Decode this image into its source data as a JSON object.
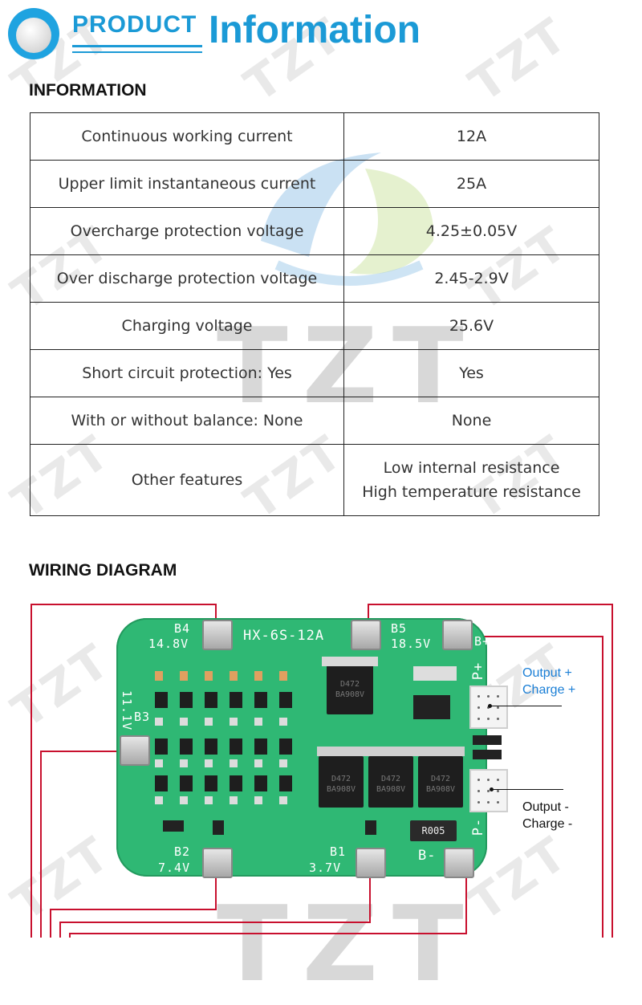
{
  "header": {
    "badge_word": "PRODUCT",
    "title": "Information"
  },
  "information": {
    "section_title": "INFORMATION",
    "rows": [
      {
        "label": "Continuous working current",
        "value": "12A"
      },
      {
        "label": "Upper limit instantaneous current",
        "value": "25A"
      },
      {
        "label": "Overcharge protection voltage",
        "value": "4.25±0.05V"
      },
      {
        "label": "Over discharge protection voltage",
        "value": "2.45-2.9V"
      },
      {
        "label": "Charging voltage",
        "value": "25.6V"
      },
      {
        "label": "Short circuit protection: Yes",
        "value": "Yes"
      },
      {
        "label": "With or without balance: None",
        "value": "None"
      }
    ],
    "features": {
      "label": "Other features",
      "value_line1": "Low internal resistance",
      "value_line2": "High temperature resistance"
    }
  },
  "wiring": {
    "section_title": "WIRING DIAGRAM",
    "board_model": "HX-6S-12A",
    "pads": {
      "b4_label": "B4",
      "b4_voltage": "14.8V",
      "b5_label": "B5",
      "b5_voltage": "18.5V",
      "b3_label": "B3",
      "b3_voltage": "11.1V",
      "b2_label": "B2",
      "b2_voltage": "7.4V",
      "b1_label": "B1",
      "b1_voltage": "3.7V",
      "b_minus": "B-",
      "b_plus": "B+",
      "p_plus": "P+",
      "p_minus": "P-"
    },
    "chips": {
      "mosfet_top": "D472 BA908V",
      "mosfet_1": "D472 BA908V",
      "mosfet_2": "D472 BA908V",
      "mosfet_3": "D472 BA908V",
      "resistor": "R005"
    },
    "output_plus_line1": "Output +",
    "output_plus_line2": "Charge +",
    "output_minus_line1": "Output -",
    "output_minus_line2": "Charge -"
  },
  "watermark": {
    "brand": "TZT"
  },
  "colors": {
    "brand_blue": "#1b9ad6",
    "wire_red": "#c8102e",
    "pcb_green": "#2fb874",
    "output_plus_color": "#1b7fd6",
    "output_minus_color": "#111111"
  }
}
